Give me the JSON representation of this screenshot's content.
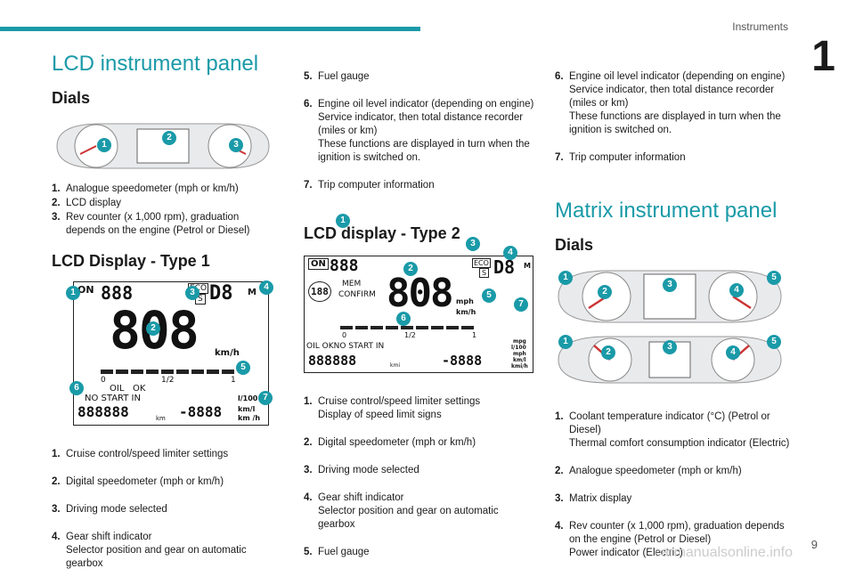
{
  "header": {
    "section": "Instruments",
    "chapter": "1",
    "page": "9"
  },
  "col1": {
    "title": "LCD instrument panel",
    "dials_heading": "Dials",
    "dials_items": [
      {
        "num": "1.",
        "text": "Analogue speedometer (mph or km/h)"
      },
      {
        "num": "2.",
        "text": "LCD display"
      },
      {
        "num": "3.",
        "text": "Rev counter (x 1,000 rpm), graduation depends on the engine (Petrol or Diesel)"
      }
    ],
    "type1_heading": "LCD Display - Type 1",
    "type1_items": [
      {
        "num": "1.",
        "text": "Cruise control/speed limiter settings"
      },
      {
        "num": "2.",
        "text": "Digital speedometer (mph or km/h)"
      },
      {
        "num": "3.",
        "text": "Driving mode selected"
      },
      {
        "num": "4.",
        "text": "Gear shift indicator\nSelector position and gear on automatic gearbox"
      }
    ],
    "lcd1": {
      "on": "ON",
      "eco": "ECO",
      "s": "S",
      "m": "M",
      "digits": "888",
      "big": "808",
      "gear": "D8",
      "kmh": "km/h",
      "oil": "OIL",
      "ok": "OK",
      "nostart": "NO START IN",
      "zero": "0",
      "half": "1/2",
      "one": "1",
      "odo": "888888",
      "km": "km",
      "trip": "-8888",
      "l100": "l/100",
      "kml": "km/l",
      "kmh2": "km /h"
    }
  },
  "col2": {
    "items_top": [
      {
        "num": "5.",
        "text": "Fuel gauge"
      },
      {
        "num": "6.",
        "text": "Engine oil level indicator (depending on engine)\nService indicator, then total distance recorder (miles or km)\nThese functions are displayed in turn when the ignition is switched on."
      },
      {
        "num": "7.",
        "text": "Trip computer information"
      }
    ],
    "type2_heading": "LCD display - Type 2",
    "type2_items": [
      {
        "num": "1.",
        "text": "Cruise control/speed limiter settings\nDisplay of speed limit signs"
      },
      {
        "num": "2.",
        "text": "Digital speedometer (mph or km/h)"
      },
      {
        "num": "3.",
        "text": "Driving mode selected"
      },
      {
        "num": "4.",
        "text": "Gear shift indicator\nSelector position and gear on automatic gearbox"
      },
      {
        "num": "5.",
        "text": "Fuel gauge"
      }
    ],
    "lcd2": {
      "on": "ON",
      "eco": "ECO",
      "s": "S",
      "m": "M",
      "mem": "MEM",
      "confirm": "CONFIRM",
      "digits": "888",
      "big": "808",
      "gear": "D8",
      "mph": "mph",
      "kmh": "km/h",
      "sign": "188",
      "zero": "0",
      "half": "1/2",
      "one": "1",
      "oilok": "OIL OKNO START IN",
      "odo": "888888",
      "kmi": "kmi",
      "trip": "-8888",
      "mpg": "mpg",
      "l100": "l/100",
      "mph2": "mph",
      "kml": "km/l",
      "kmimh": "kmi/h"
    }
  },
  "col3": {
    "items_top": [
      {
        "num": "6.",
        "text": "Engine oil level indicator (depending on engine)\nService indicator, then total distance recorder (miles or km)\nThese functions are displayed in turn when the ignition is switched on."
      },
      {
        "num": "7.",
        "text": "Trip computer information"
      }
    ],
    "title": "Matrix instrument panel",
    "dials_heading": "Dials",
    "dials_items": [
      {
        "num": "1.",
        "text": "Coolant temperature indicator (°C) (Petrol or Diesel)\nThermal comfort consumption indicator (Electric)"
      },
      {
        "num": "2.",
        "text": "Analogue speedometer (mph or km/h)"
      },
      {
        "num": "3.",
        "text": "Matrix display"
      },
      {
        "num": "4.",
        "text": "Rev counter (x 1,000 rpm), graduation depends on the engine (Petrol or Diesel)\nPower indicator (Electric)"
      }
    ]
  },
  "badges": [
    "1",
    "2",
    "3",
    "4",
    "5",
    "6",
    "7"
  ],
  "colors": {
    "accent": "#1a9aa8",
    "text": "#1a1a1a",
    "panel": "#e9eaec"
  },
  "watermark": "carmanualsonline.info"
}
